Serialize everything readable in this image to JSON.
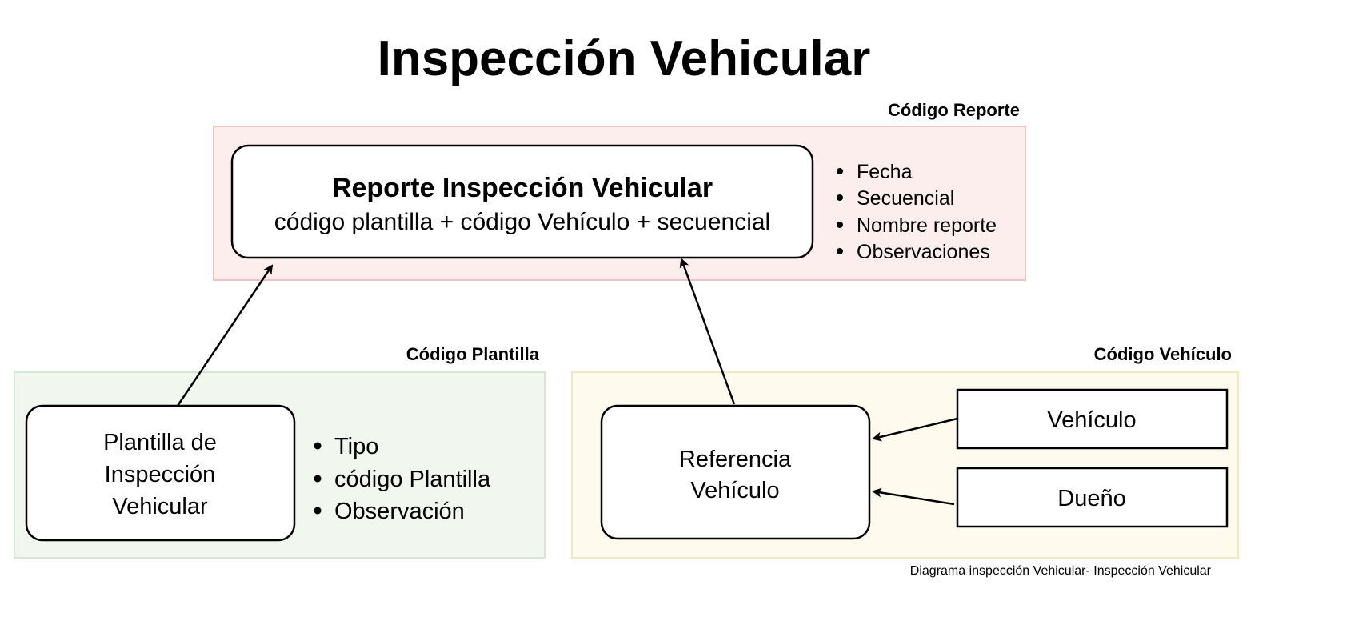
{
  "title": "Inspección Vehicular",
  "report_group": {
    "label": "Código Reporte",
    "box_title": "Reporte Inspección Vehicular",
    "box_subtitle": "código plantilla + código Vehículo + secuencial",
    "fields": [
      "Fecha",
      "Secuencial",
      "Nombre reporte",
      "Observaciones"
    ]
  },
  "template_group": {
    "label": "Código Plantilla",
    "box_lines": [
      "Plantilla de",
      "Inspección",
      "Vehicular"
    ],
    "fields": [
      "Tipo",
      "código Plantilla",
      "Observación"
    ]
  },
  "vehicle_group": {
    "label": "Código Vehículo",
    "box_lines": [
      "Referencia",
      "Vehículo"
    ],
    "vehicle_box": "Vehículo",
    "owner_box": "Dueño"
  },
  "footer": "Diagrama inspección Vehicular- Inspección Vehicular",
  "colors": {
    "report_fill": "#fbeeed",
    "report_stroke": "#e8c6c6",
    "template_fill": "#f1f7ef",
    "template_stroke": "#d5e8d4",
    "vehicle_fill": "#fefaed",
    "vehicle_stroke": "#f3e8c4"
  }
}
